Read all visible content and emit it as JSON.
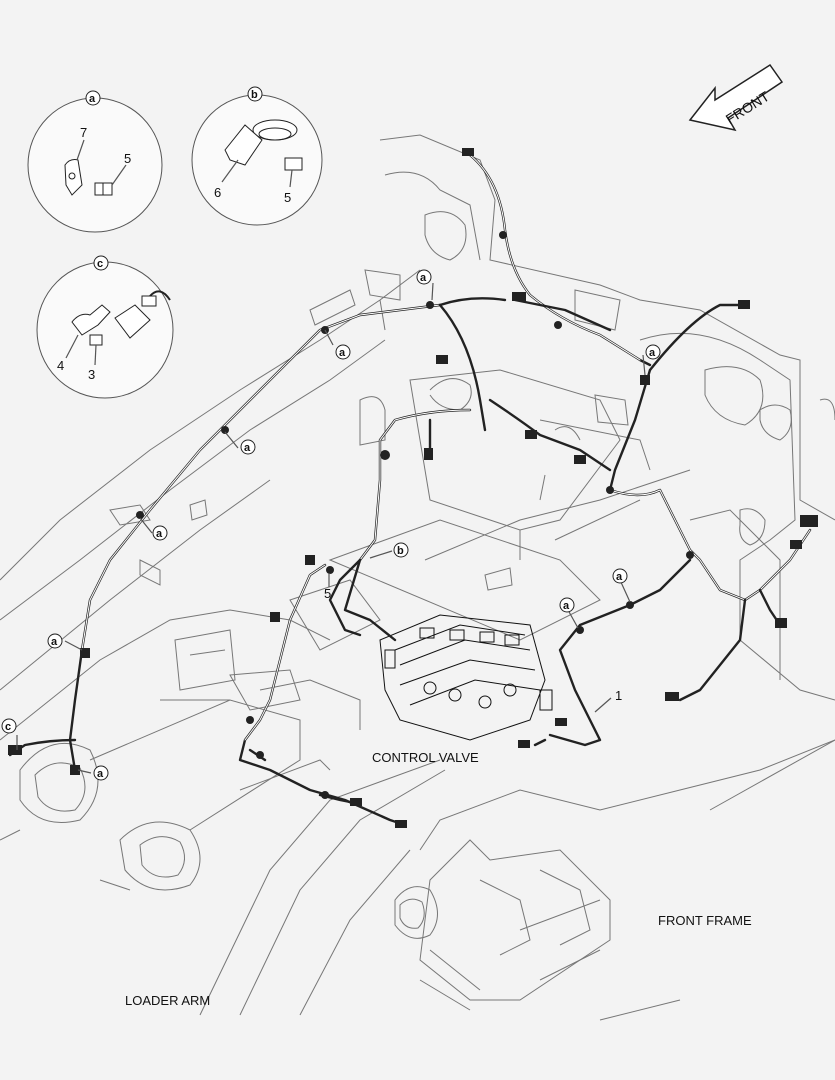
{
  "arrow": {
    "text": "FRONT"
  },
  "areas": {
    "control_valve": "CONTROL VALVE",
    "front_frame": "FRONT FRAME",
    "loader_arm": "LOADER ARM"
  },
  "details": {
    "a": {
      "key": "a",
      "parts": [
        "7",
        "5"
      ]
    },
    "b": {
      "key": "b",
      "parts": [
        "6",
        "5"
      ]
    },
    "c": {
      "key": "c",
      "parts": [
        "4",
        "3"
      ]
    }
  },
  "callouts": {
    "part_1": "1",
    "part_5": "5",
    "a": "a",
    "b": "b",
    "c": "c"
  }
}
